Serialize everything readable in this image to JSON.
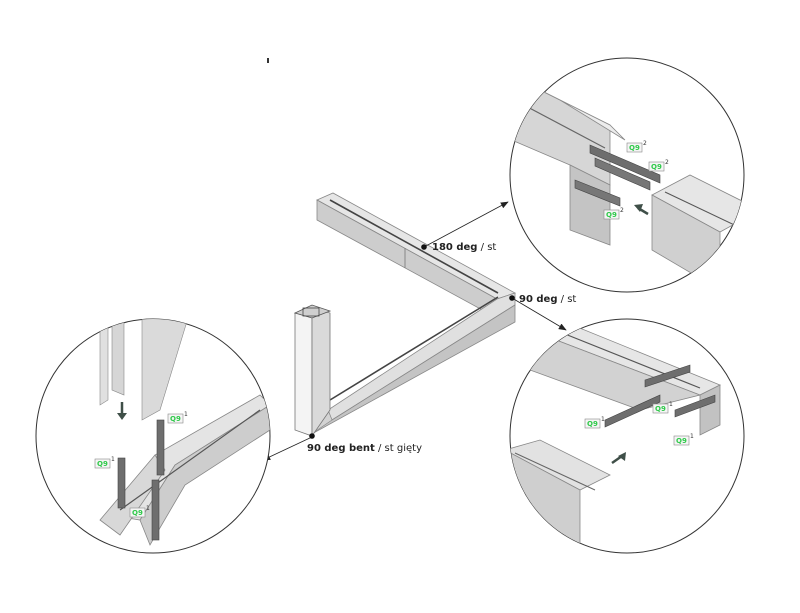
{
  "diagram": {
    "title": "Profile corner connector assembly",
    "callouts": [
      {
        "id": "180",
        "bold": "180 deg",
        "rest": " / st"
      },
      {
        "id": "90",
        "bold": "90 deg",
        "rest": " / st"
      },
      {
        "id": "90bent",
        "bold": "90 deg bent",
        "rest": " / st gięty"
      }
    ],
    "badges": {
      "top_right": {
        "label": "Q9",
        "qty": "2"
      },
      "bottom_right": {
        "label": "Q9",
        "qty": "1"
      },
      "bottom_left": {
        "label": "Q9",
        "qty": "1"
      }
    },
    "colors": {
      "profile_light": "#e2e2e2",
      "profile_mid": "#cfcfcf",
      "profile_dark": "#b5b5b5",
      "connector": "#6e6e6e",
      "badge_text": "#2fc94a",
      "arrow": "#3f4f48"
    }
  }
}
